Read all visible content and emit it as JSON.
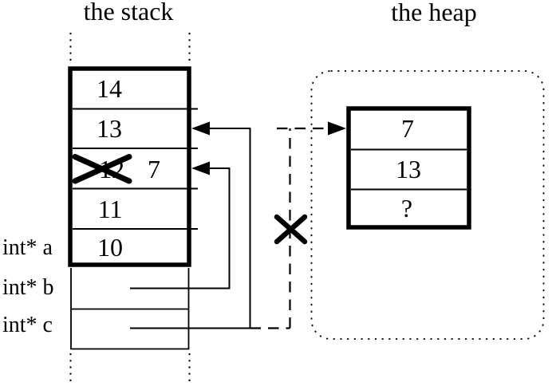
{
  "titles": {
    "stack": "the stack",
    "heap": "the heap"
  },
  "stack": {
    "rows": [
      {
        "value": "14"
      },
      {
        "value": "13"
      },
      {
        "value": "12",
        "overwrite": "7"
      },
      {
        "value": "11"
      },
      {
        "value": "10"
      }
    ],
    "labels": [
      "int* a",
      "int* b",
      "int* c"
    ]
  },
  "heap": {
    "rows": [
      {
        "value": "7"
      },
      {
        "value": "13"
      },
      {
        "value": "?"
      }
    ]
  },
  "colors": {
    "ink": "#000000",
    "background": "#ffffff"
  }
}
